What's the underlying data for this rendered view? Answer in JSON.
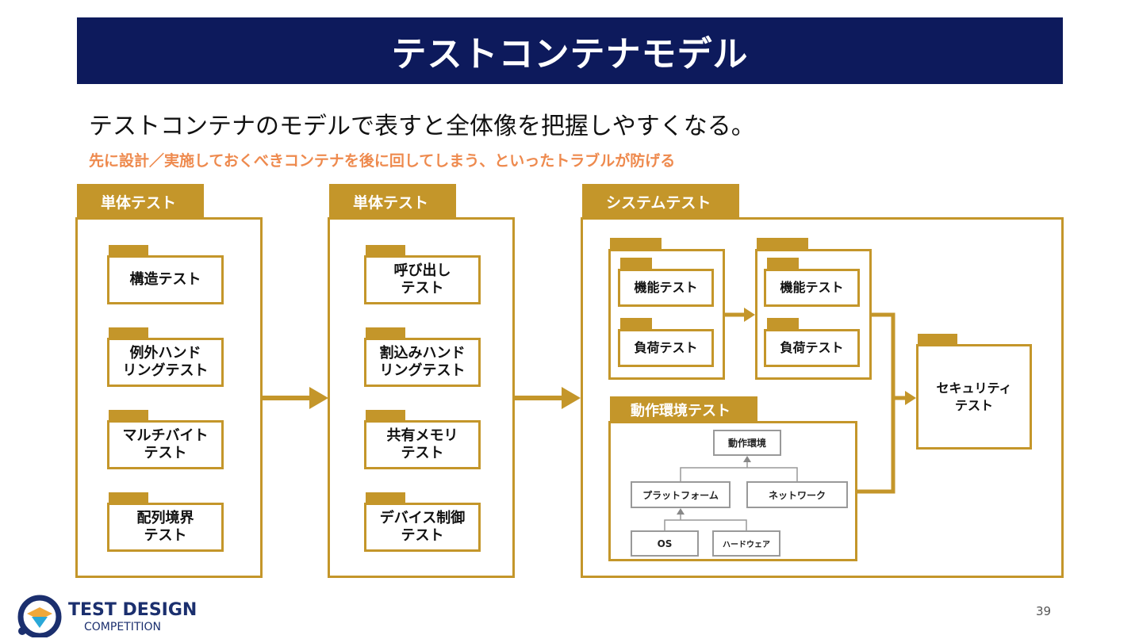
{
  "title": "テストコンテナモデル",
  "subtitle": "テストコンテナのモデルで表すと全体像を把握しやすくなる。",
  "note": "先に設計／実施しておくべきコンテナを後に回してしまう、といったトラブルが防げる",
  "groups": [
    {
      "label": "単体テスト",
      "items": [
        "構造テスト",
        "例外ハンド\nリングテスト",
        "マルチバイト\nテスト",
        "配列境界\nテスト"
      ]
    },
    {
      "label": "単体テスト",
      "items": [
        "呼び出し\nテスト",
        "割込みハンド\nリングテスト",
        "共有メモリ\nテスト",
        "デバイス制御\nテスト"
      ]
    },
    {
      "label": "システムテスト"
    }
  ],
  "system": {
    "pair1": [
      "機能テスト",
      "負荷テスト"
    ],
    "pair2": [
      "機能テスト",
      "負荷テスト"
    ],
    "env_label": "動作環境テスト",
    "env": {
      "top": "動作環境",
      "mid": [
        "プラットフォーム",
        "ネットワーク"
      ],
      "bottom": [
        "OS",
        "ハードウェア"
      ]
    },
    "security": "セキュリティ\nテスト"
  },
  "colors": {
    "navy": "#0d1a5c",
    "gold": "#c4962a",
    "orange": "#ee8a4e"
  },
  "logo": {
    "line1": "TEST DESIGN",
    "line2": "COMPETITION"
  },
  "page_number": "39"
}
